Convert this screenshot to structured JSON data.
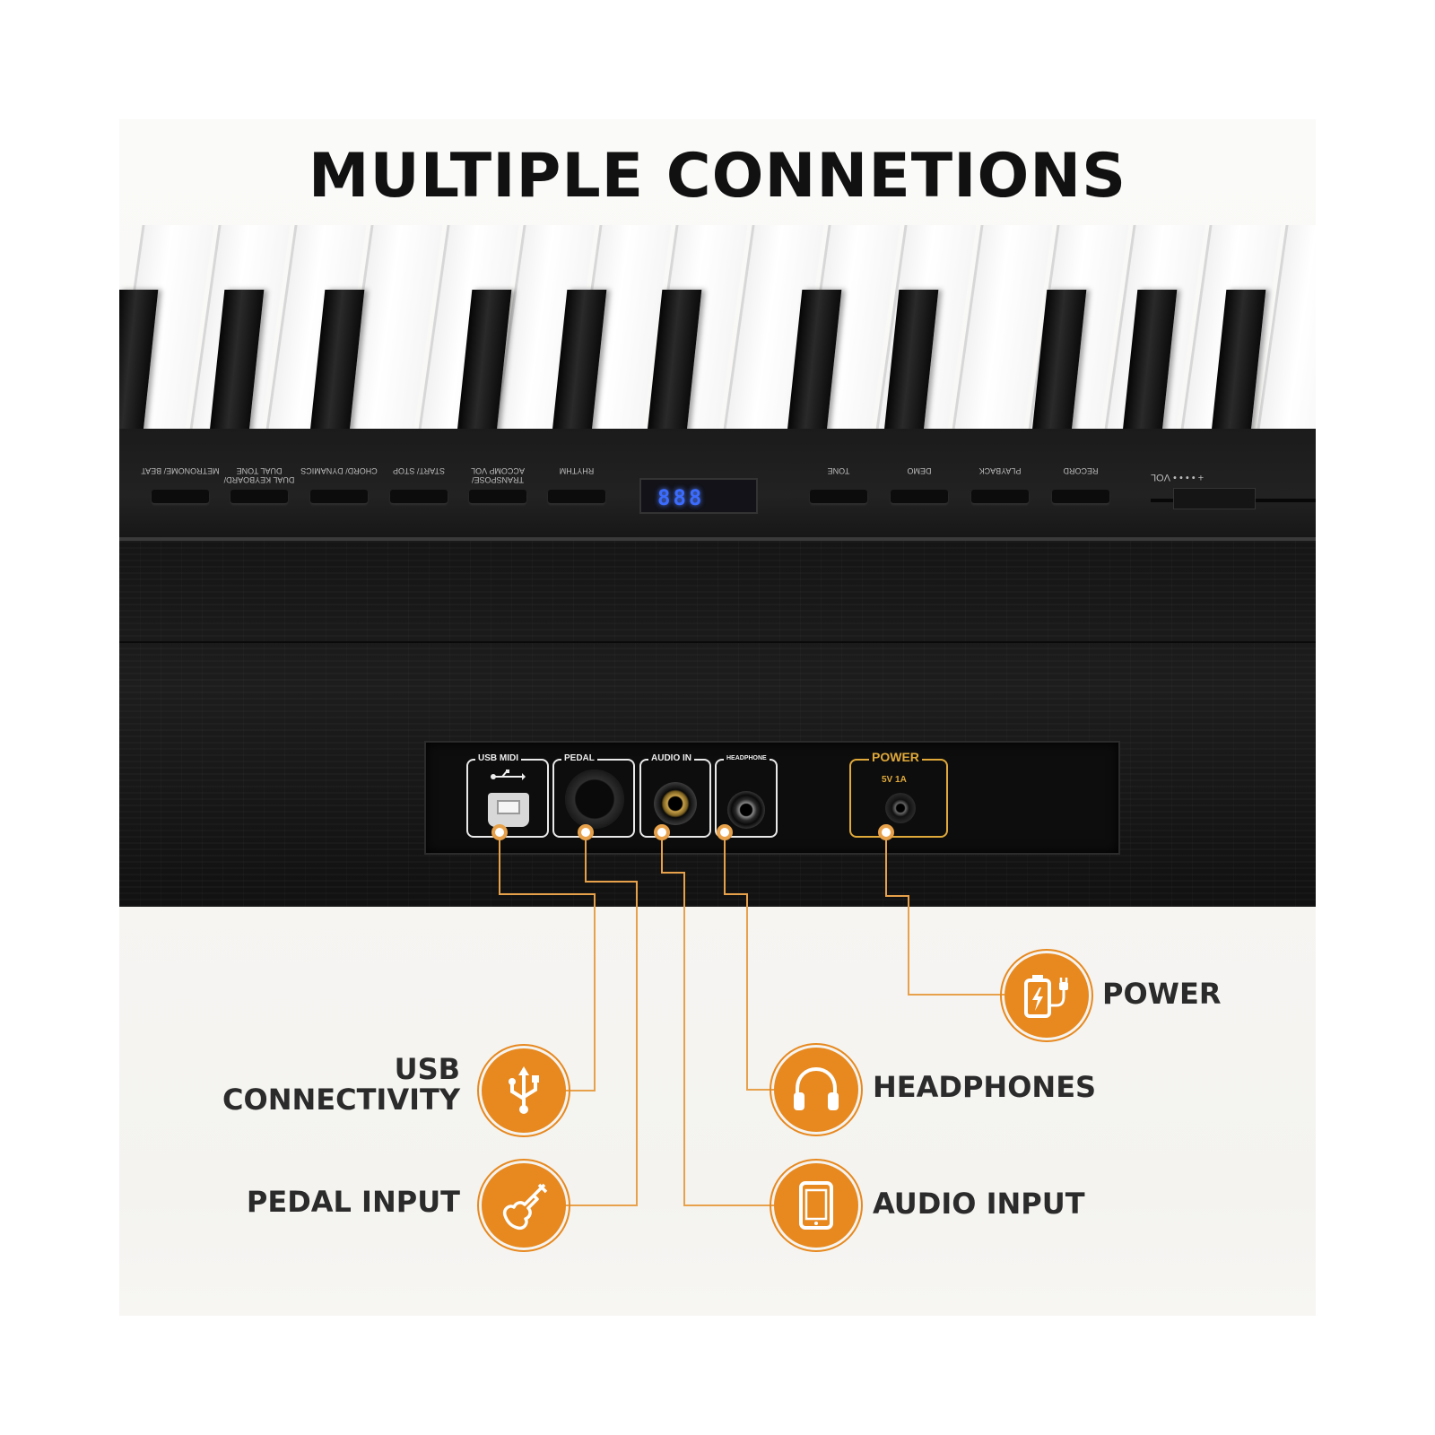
{
  "title": "MULTIPLE CONNETIONS",
  "control_panel": {
    "buttons": [
      {
        "label": "METRONOME/ BEAT"
      },
      {
        "label": "DUAL KEYBOARD/ DUAL TONE"
      },
      {
        "label": "CHORD/ DYNAMICS"
      },
      {
        "label": "START/ STOP"
      },
      {
        "label": "TRANSPOSE/ ACCOMP VOL"
      },
      {
        "label": "RHYTHM"
      },
      {
        "label": "TONE"
      },
      {
        "label": "DEMO"
      },
      {
        "label": "PLAYBACK"
      },
      {
        "label": "RECORD"
      }
    ],
    "display_value": "888",
    "volume_label": "+ • • • • VOL"
  },
  "ports": {
    "usb_midi": "USB MIDI",
    "pedal": "PEDAL",
    "audio_in": "AUDIO IN",
    "headphone": "HEADPHONE",
    "power": "POWER",
    "power_rating": "5V 1A"
  },
  "callouts": {
    "usb": "USB\nCONNECTIVITY",
    "usb_line1": "USB",
    "usb_line2": "CONNECTIVITY",
    "pedal": "PEDAL INPUT",
    "headphones": "HEADPHONES",
    "audio": "AUDIO INPUT",
    "power": "POWER"
  },
  "colors": {
    "accent": "#e7891f",
    "outline_gold": "#e0a93a",
    "display_blue": "#3b6cff"
  },
  "icons": [
    "usb-icon",
    "guitar-icon",
    "headphones-icon",
    "tablet-icon",
    "battery-plug-icon"
  ]
}
